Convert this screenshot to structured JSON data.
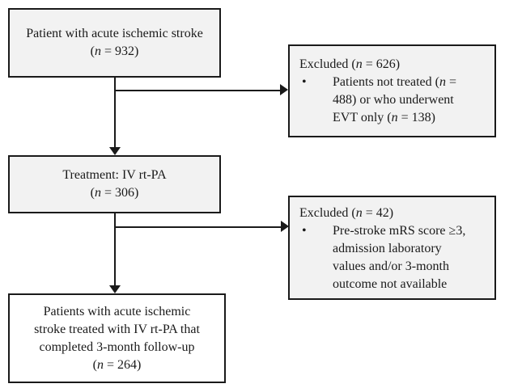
{
  "diagram": {
    "type": "patient-flowchart",
    "colors": {
      "box_fill": "#f2f2f2",
      "final_box_fill": "#ffffff",
      "border": "#1a1a1a",
      "text": "#1a1a1a"
    },
    "boxes": {
      "patients": {
        "lines": [
          "Patient with acute ischemic stroke",
          "(n = 932)"
        ]
      },
      "excluded1": {
        "title": "Excluded (n = 626)",
        "bullet": "•",
        "item_lines": [
          "Patients not treated (n =",
          "488) or who underwent",
          "EVT only (n = 138)"
        ]
      },
      "treatment": {
        "lines": [
          "Treatment: IV rt-PA",
          "(n = 306)"
        ]
      },
      "excluded2": {
        "title": "Excluded (n = 42)",
        "bullet": "•",
        "item_lines": [
          "Pre-stroke mRS score ≥3,",
          "admission laboratory",
          "values and/or 3-month",
          "outcome not available"
        ]
      },
      "final": {
        "lines": [
          "Patients with acute ischemic",
          "stroke treated with IV rt-PA that",
          "completed 3-month follow-up",
          "(n = 264)"
        ]
      }
    }
  }
}
